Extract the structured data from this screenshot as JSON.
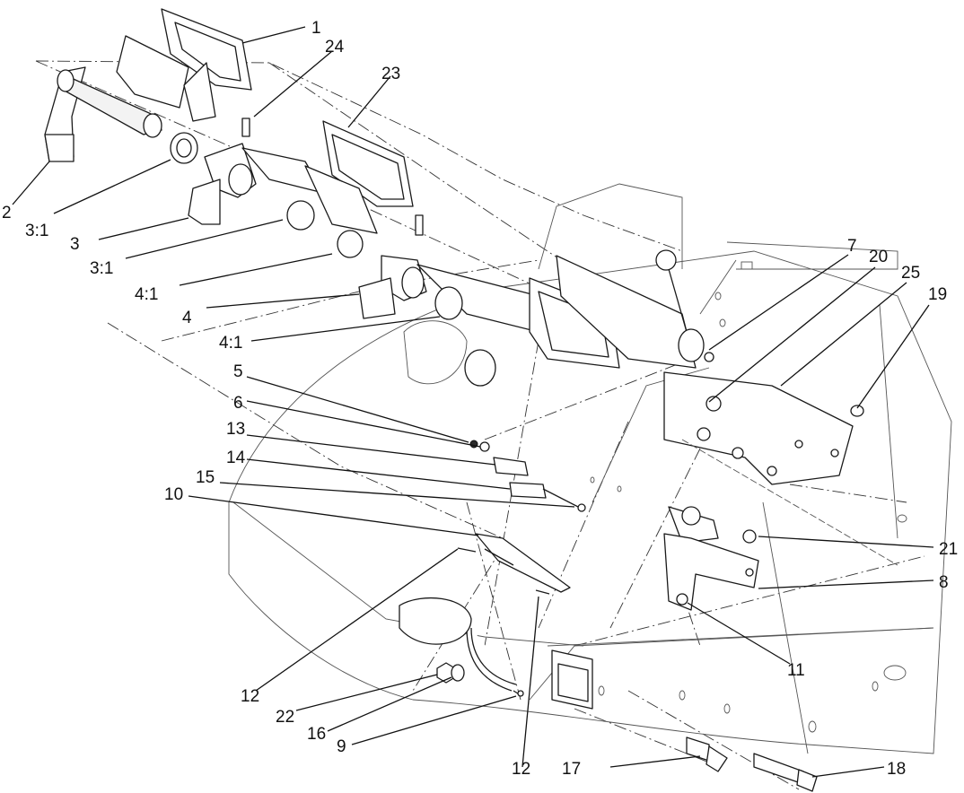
{
  "diagram": {
    "callouts": [
      {
        "id": "c1",
        "label": "1"
      },
      {
        "id": "c2",
        "label": "2"
      },
      {
        "id": "c3a",
        "label": "3:1"
      },
      {
        "id": "c3",
        "label": "3"
      },
      {
        "id": "c3b",
        "label": "3:1"
      },
      {
        "id": "c4a",
        "label": "4:1"
      },
      {
        "id": "c4",
        "label": "4"
      },
      {
        "id": "c4b",
        "label": "4:1"
      },
      {
        "id": "c24",
        "label": "24"
      },
      {
        "id": "c23",
        "label": "23"
      },
      {
        "id": "c7",
        "label": "7"
      },
      {
        "id": "c20",
        "label": "20"
      },
      {
        "id": "c25",
        "label": "25"
      },
      {
        "id": "c19",
        "label": "19"
      },
      {
        "id": "c5",
        "label": "5"
      },
      {
        "id": "c6",
        "label": "6"
      },
      {
        "id": "c13",
        "label": "13"
      },
      {
        "id": "c14",
        "label": "14"
      },
      {
        "id": "c15",
        "label": "15"
      },
      {
        "id": "c10",
        "label": "10"
      },
      {
        "id": "c21",
        "label": "21"
      },
      {
        "id": "c8",
        "label": "8"
      },
      {
        "id": "c11",
        "label": "11"
      },
      {
        "id": "c12a",
        "label": "12"
      },
      {
        "id": "c22",
        "label": "22"
      },
      {
        "id": "c16",
        "label": "16"
      },
      {
        "id": "c9",
        "label": "9"
      },
      {
        "id": "c12b",
        "label": "12"
      },
      {
        "id": "c17",
        "label": "17"
      },
      {
        "id": "c18",
        "label": "18"
      }
    ]
  }
}
